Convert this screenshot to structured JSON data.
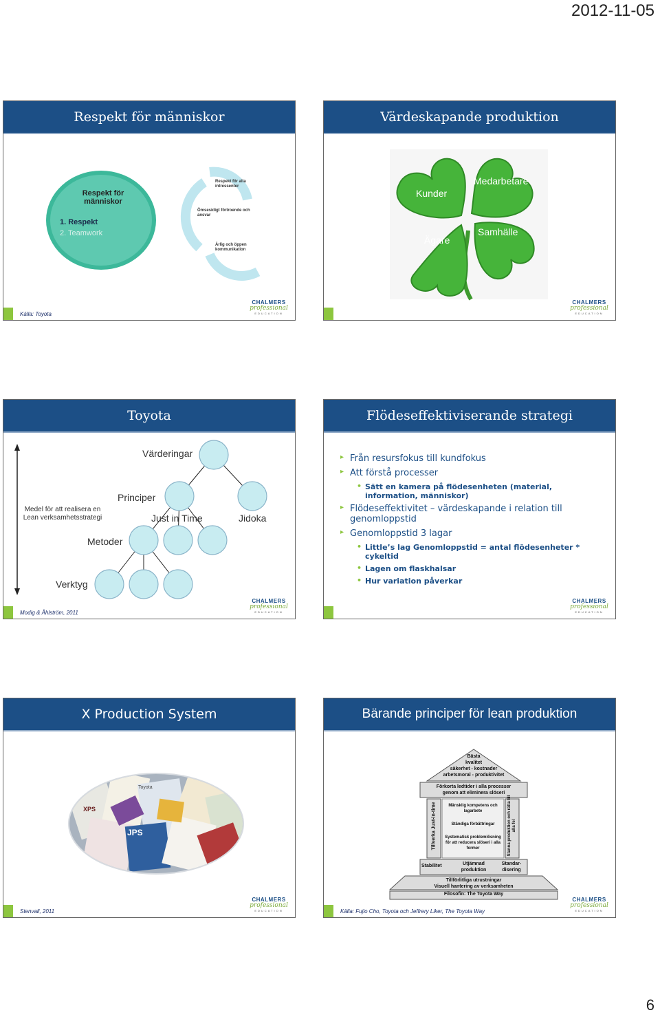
{
  "header": {
    "date": "2012-11-05"
  },
  "footer": {
    "page": "6"
  },
  "logo": {
    "line1": "CHALMERS",
    "line2": "professional",
    "line3": "EDUCATION"
  },
  "slides": [
    {
      "title": "Respekt för människor",
      "source": "Källa: Toyota",
      "circle": {
        "heading": "Respekt för människor",
        "item1": "1. Respekt",
        "item2": "2. Teamwork"
      },
      "arrows": [
        "Respekt för alla intressenter",
        "Ömsesidigt förtroende och ansvar",
        "Ärlig och öppen kommunikation"
      ]
    },
    {
      "title": "Värdeskapande produktion",
      "leaves": [
        "Kunder",
        "Medarbetare",
        "Ägare",
        "Samhälle"
      ]
    },
    {
      "title": "Toyota",
      "source": "Modig & Åhlström, 2011",
      "side_label": "Medel för att realisera en Lean verksamhetsstrategi",
      "levels": {
        "values": "Värderingar",
        "principles": "Principer",
        "methods": "Metoder",
        "tools": "Verktyg"
      },
      "nodes": {
        "jit": "Just in Time",
        "jidoka": "Jidoka"
      }
    },
    {
      "title": "Flödeseffektiviserande strategi",
      "bullets": [
        {
          "text": "Från resursfokus till kundfokus",
          "sub": []
        },
        {
          "text": "Att förstå processer",
          "sub": [
            "Sätt en kamera på flödesenheten (material, information, människor)"
          ]
        },
        {
          "text": "Flödeseffektivitet – värdeskapande i relation till genomloppstid",
          "sub": []
        },
        {
          "text": "Genomloppstid 3 lagar",
          "sub": [
            "Little’s lag Genomloppstid = antal flödesenheter * cykeltid",
            "Lagen om flaskhalsar",
            "Hur variation påverkar"
          ]
        }
      ]
    },
    {
      "title": "X Production System",
      "source": "Stenvall, 2011",
      "collage": [
        "Toyota",
        "XPS",
        "JPS"
      ]
    },
    {
      "title": "Bärande principer för lean produktion",
      "source": "Källa: Fujio Cho, Toyota och Jeffrery Liker, The Toyota Way",
      "house": {
        "roof": [
          "Bästa",
          "kvalitet",
          "säkerhet - kostnader",
          "arbetsmoral - produktivitet"
        ],
        "beam": [
          "Förkorta ledtider i alla processer",
          "genom att eliminera slöseri"
        ],
        "left_pillar": "Tillverka Just-in-time",
        "right_pillar": "Stanna produktion och rätta till alla fel",
        "center": [
          "Mänsklig kompetens och lagarbete",
          "Ständiga förbättringar",
          "Systematisk problemlösning för att reducera slöseri i alla former"
        ],
        "base": [
          "Stabilitet",
          "Utjämnad produktion",
          "Standar-disering"
        ],
        "foundation": [
          "Tillförlitliga utrustningar",
          "Visuell hantering av verksamheten"
        ],
        "philosophy": "Filosofin: The Toyota Way"
      }
    }
  ]
}
